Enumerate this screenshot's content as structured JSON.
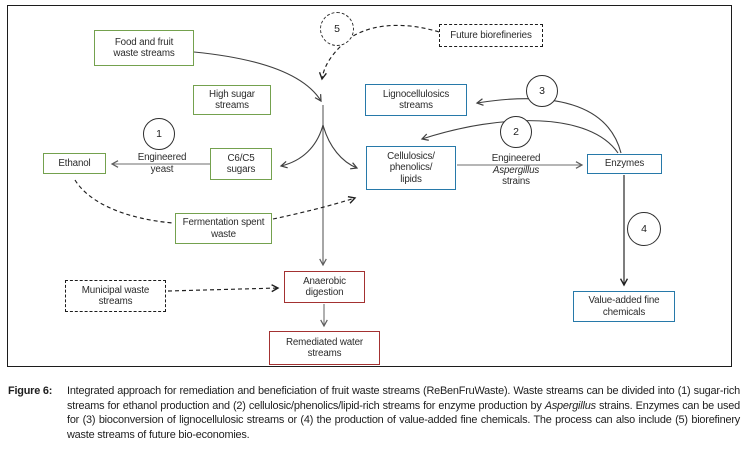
{
  "figure": {
    "caption_label": "Figure 6:",
    "caption_part1": "Integrated approach for remediation and beneficiation of fruit waste streams (ReBenFruWaste). Waste streams can be divided into (1) sugar-rich streams for ethanol production and (2) cellulosic/phenolics/lipid-rich streams for enzyme production by ",
    "caption_italic": "Aspergillus",
    "caption_part2": " strains. Enzymes can be used for (3) bioconversion of lignocellulosic streams or (4) the production of value-added fine chemicals. The process can also include (5) biorefinery waste streams of future bio-economies."
  },
  "nodes": {
    "food_fruit": "Food and fruit\nwaste streams",
    "high_sugar": "High sugar\nstreams",
    "ethanol": "Ethanol",
    "c6c5": "C6/C5\nsugars",
    "fermentation": "Fermentation spent\nwaste",
    "future_biorefineries": "Future biorefineries",
    "lignocellulosics": "Lignocellulosics\nstreams",
    "cellulosics": "Cellulosics/\nphenolics/\nlipids",
    "enzymes": "Enzymes",
    "value_added": "Value-added fine\nchemicals",
    "municipal": "Municipal waste\nstreams",
    "anaerobic": "Anaerobic\ndigestion",
    "remediated": "Remediated water\nstreams"
  },
  "edge_labels": {
    "engineered_yeast": "Engineered\nyeast",
    "aspergillus_line1": "Engineered",
    "aspergillus_line2": "Aspergillus",
    "aspergillus_line3": "strains"
  },
  "steps": [
    "1",
    "2",
    "3",
    "4",
    "5"
  ],
  "colors": {
    "green_border": "#74a14e",
    "blue_border": "#2779a9",
    "red_border": "#a33131",
    "black": "#1c1c1c"
  }
}
